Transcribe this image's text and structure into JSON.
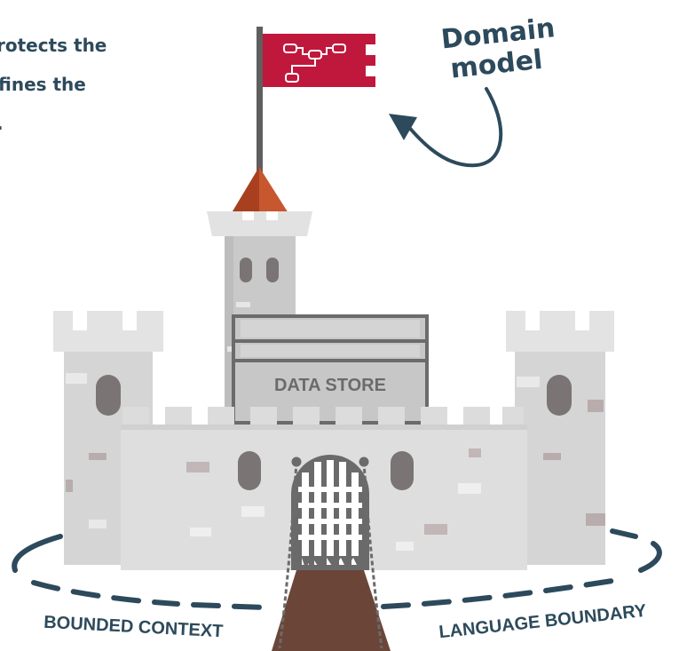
{
  "note": {
    "lines": [
      "rotects the",
      "fines the",
      "."
    ]
  },
  "domain_model": {
    "lines": [
      "Domain",
      "model"
    ]
  },
  "data_store": {
    "label": "DATA STORE"
  },
  "labels": {
    "bounded_context": "BOUNDED CONTEXT",
    "language_boundary": "LANGUAGE BOUNDARY"
  },
  "colors": {
    "stone_light": "#e2e2e2",
    "stone_mid": "#d3d3d3",
    "stone_dark": "#bfbfbf",
    "window": "#7a7474",
    "roof": "#c0502a",
    "flag": "#c0183c",
    "ink": "#2d4a5c",
    "bridge": "#6b4638"
  },
  "icons": [
    "flag-icon",
    "domain-model-icon",
    "portcullis-icon",
    "chain-icon",
    "arrow-icon"
  ]
}
